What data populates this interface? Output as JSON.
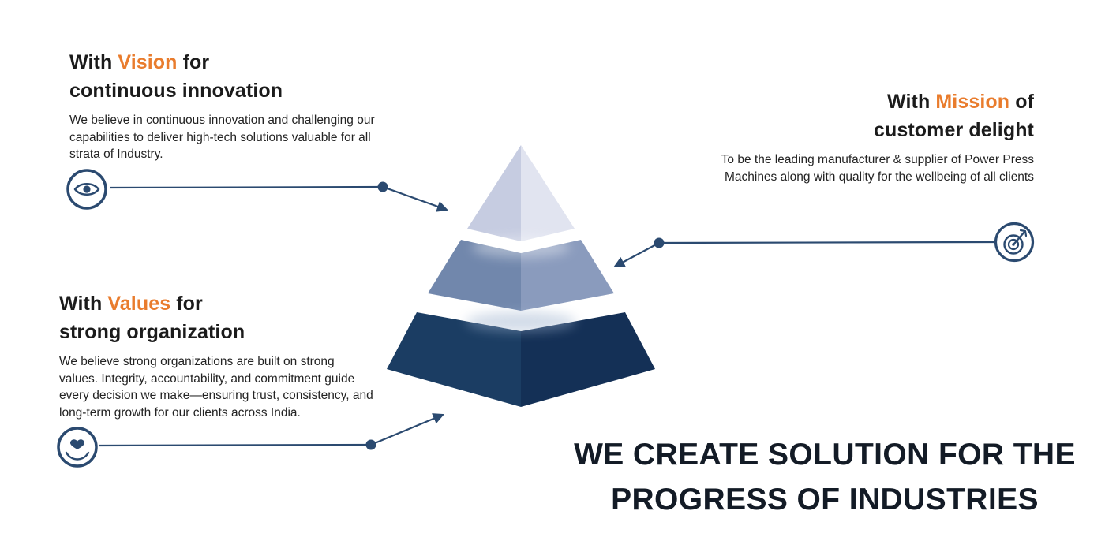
{
  "sections": {
    "vision": {
      "t1": "With ",
      "accent": "Vision",
      "t2": " for",
      "line2": "continuous innovation",
      "body": "We believe in continuous innovation and challenging our capabilities to deliver high-tech solutions valuable for all strata of Industry."
    },
    "mission": {
      "t1": "With ",
      "accent": "Mission",
      "t2": " of",
      "line2": "customer delight",
      "body": "To be the leading manufacturer & supplier of Power Press Machines along with quality for the wellbeing of all clients"
    },
    "values": {
      "t1": "With ",
      "accent": "Values",
      "t2": " for",
      "line2": "strong organization",
      "body": "We believe strong organizations are built on strong values. Integrity, accountability, and commitment guide every decision we make—ensuring trust, consistency, and long-term growth for our clients across India."
    }
  },
  "headline": {
    "line1": "WE CREATE SOLUTION FOR THE",
    "line2": "PROGRESS OF INDUSTRIES"
  },
  "icons": {
    "vision": "eye-icon",
    "mission": "target-icon",
    "values": "hand-heart-icon"
  },
  "pyramid": {
    "tiers": [
      "vision",
      "mission",
      "values"
    ]
  },
  "colors": {
    "accent": "#E97C2D",
    "navy": "#2B4A70",
    "headline": "#131B26",
    "title": "#1B1B1B",
    "text": "#232323",
    "tier-top-left": "#C6CCE1",
    "tier-top-right": "#E1E4F0",
    "tier-mid-left": "#7187AC",
    "tier-mid-right": "#8A9BBD",
    "tier-bot-left": "#1B3D63",
    "tier-bot-right": "#143056"
  }
}
